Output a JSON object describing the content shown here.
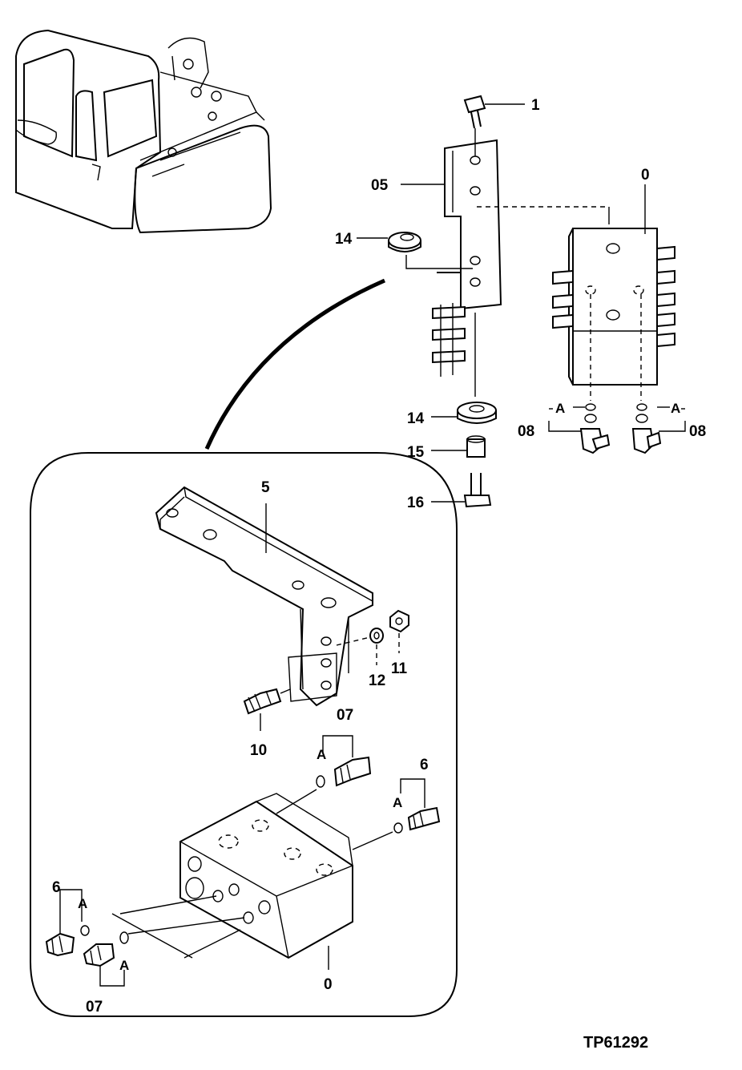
{
  "diagram": {
    "callouts": {
      "c1": "1",
      "c05": "05",
      "c0_top": "0",
      "c14_top": "14",
      "c14_bot": "14",
      "c15": "15",
      "c16": "16",
      "c08_left": "08",
      "c08_right": "08",
      "a_left": "A",
      "a_right": "A",
      "c5": "5",
      "c12": "12",
      "c11": "11",
      "c10": "10",
      "c07_top": "07",
      "a_07_top": "A",
      "c6_right": "6",
      "a_6_right": "A",
      "c6_left": "6",
      "a_6_left": "A",
      "a_07_bot": "A",
      "c07_bot": "07",
      "c0_bot": "0"
    },
    "figure_code": "TP61292"
  }
}
